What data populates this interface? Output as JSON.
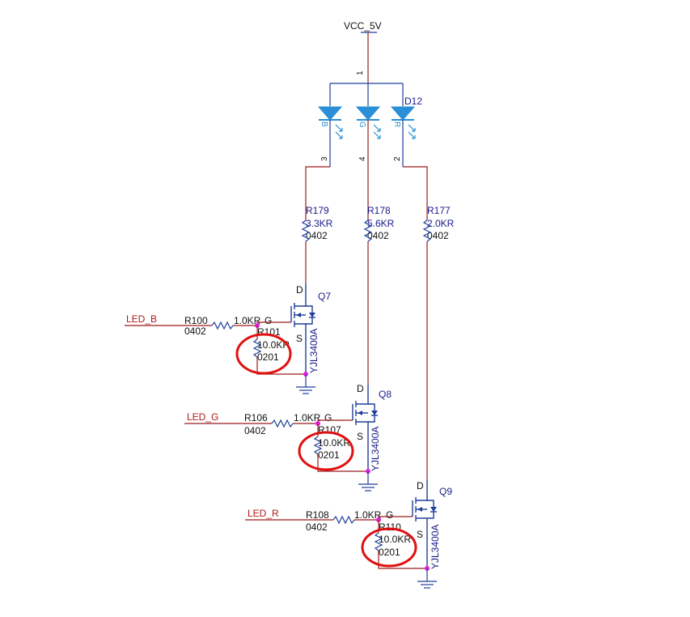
{
  "power": {
    "net": "VCC_5V",
    "pin": "1"
  },
  "led": {
    "ref": "D12",
    "channels": [
      {
        "letter": "B",
        "pin": "3"
      },
      {
        "letter": "G",
        "pin": "4"
      },
      {
        "letter": "R",
        "pin": "2"
      }
    ]
  },
  "series_resistors": [
    {
      "ref": "R179",
      "value": "3.3KR",
      "package": "0402"
    },
    {
      "ref": "R178",
      "value": "5.6KR",
      "package": "0402"
    },
    {
      "ref": "R177",
      "value": "2.0KR",
      "package": "0402"
    }
  ],
  "drivers": [
    {
      "net": "LED_B",
      "gate_resistor": {
        "ref": "R100",
        "value": "1.0KR",
        "package": "0402"
      },
      "pulldown": {
        "ref": "R101",
        "value": "10.0KR",
        "package": "0201"
      },
      "fet": {
        "ref": "Q7",
        "part": "YJL3400A",
        "gate": "G",
        "drain": "D",
        "source": "S"
      }
    },
    {
      "net": "LED_G",
      "gate_resistor": {
        "ref": "R106",
        "value": "1.0KR",
        "package": "0402"
      },
      "pulldown": {
        "ref": "R107",
        "value": "10.0KR",
        "package": "0201"
      },
      "fet": {
        "ref": "Q8",
        "part": "YJL3400A",
        "gate": "G",
        "drain": "D",
        "source": "S"
      }
    },
    {
      "net": "LED_R",
      "gate_resistor": {
        "ref": "R108",
        "value": "1.0KR",
        "package": "0402"
      },
      "pulldown": {
        "ref": "R110",
        "value": "10.0KR",
        "package": "0201"
      },
      "fet": {
        "ref": "Q9",
        "part": "YJL3400A",
        "gate": "G",
        "drain": "D",
        "source": "S"
      }
    }
  ],
  "colors": {
    "wire": "#9b1b1b",
    "component": "#1f3f9a",
    "led": "#2a8fd6",
    "junction": "#e020e0",
    "highlight": "#e01010",
    "net_label": "#b01818"
  }
}
